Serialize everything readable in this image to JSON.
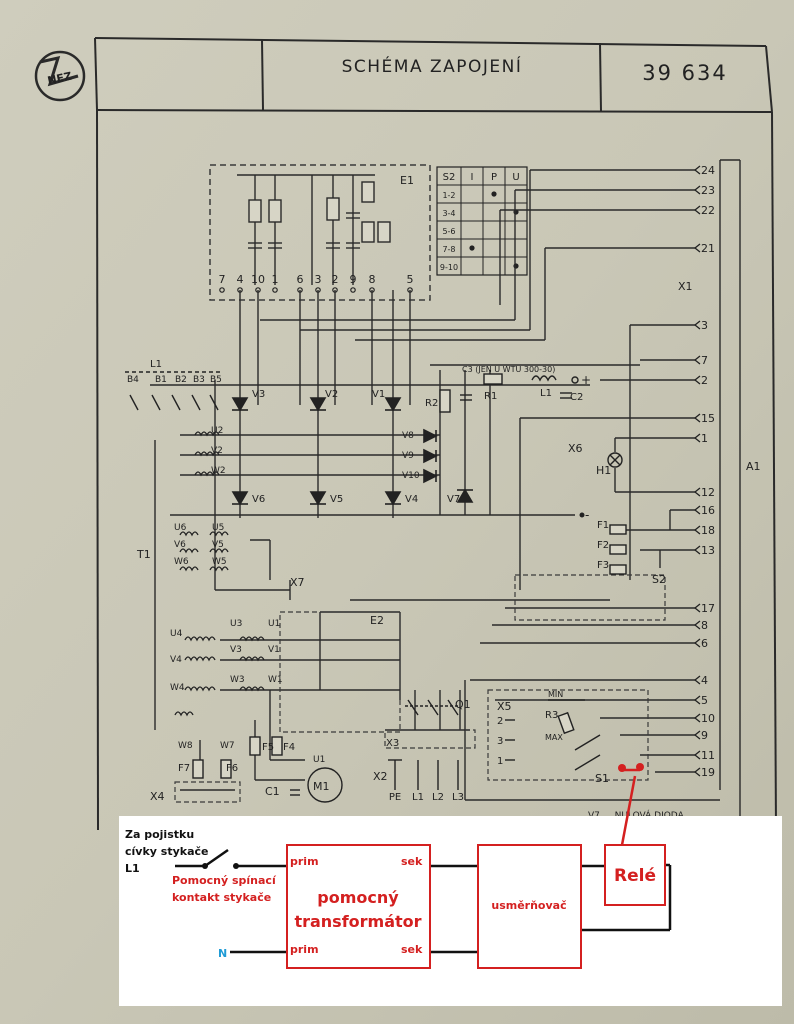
{
  "header": {
    "logo_text": "NEZ",
    "title": "SCHÉMA ZAPOJENÍ",
    "doc_number": "39 634"
  },
  "schematic": {
    "blocks": {
      "e1": "E1",
      "e2": "E2",
      "t1": "T1",
      "x1": "X1",
      "a1": "A1",
      "x2": "X2",
      "x3": "X3",
      "x4": "X4",
      "x5": "X5",
      "x6": "X6",
      "x7": "X7",
      "s1": "S1",
      "s2": "S2",
      "h1": "H1",
      "q1": "Q1",
      "m1": "M1",
      "u1": "U1",
      "l1": "L1",
      "c1": "C1",
      "c2": "C2",
      "c3_note": "C3 (JEN U WTU 300-30)",
      "r1": "R1",
      "r2": "R2",
      "r3": "R3",
      "min": "MIN",
      "max": "MAX",
      "footer_note": "V7 … NULOVÁ DIODA"
    },
    "s2_table": {
      "headers": [
        "S2",
        "I",
        "P",
        "U"
      ],
      "rows": [
        "1-2",
        "3-4",
        "5-6",
        "7-8",
        "9-10"
      ],
      "dots": [
        [
          0,
          1
        ],
        [
          1,
          2
        ],
        [
          3,
          0
        ],
        [
          4,
          2
        ]
      ]
    },
    "e1_pins": [
      "7",
      "4",
      "10",
      "1",
      "6",
      "3",
      "2",
      "9",
      "8",
      "5"
    ],
    "contactor_labels": [
      "B4",
      "B1",
      "B2",
      "B3",
      "B5"
    ],
    "thyristors": [
      "V3",
      "V2",
      "V1"
    ],
    "diodes_bottom": [
      "V6",
      "V5",
      "V4",
      "V7"
    ],
    "diodes_mid": [
      "V8",
      "V9",
      "V10"
    ],
    "t1_upper": [
      "U2",
      "V2",
      "W2"
    ],
    "t1_lower_l": [
      "U6",
      "V6",
      "W6"
    ],
    "t1_lower_r": [
      "U5",
      "V5",
      "W5"
    ],
    "t1_aux": [
      "U4",
      "V4",
      "W4"
    ],
    "t1_aux_r": [
      "U3",
      "V3",
      "W3"
    ],
    "t1_aux_rr": [
      "U1",
      "V1",
      "W1"
    ],
    "fuses": [
      "F1",
      "F2",
      "F3",
      "F4",
      "F5",
      "F6",
      "F7"
    ],
    "w_labels": [
      "W8",
      "W7"
    ],
    "x2_pins": [
      "PE",
      "L1",
      "L2",
      "L3"
    ],
    "x1_terminals": [
      "24",
      "23",
      "22",
      "21",
      "3",
      "7",
      "2",
      "15",
      "1",
      "12",
      "16",
      "18",
      "13",
      "17",
      "8",
      "6",
      "4",
      "5",
      "10",
      "9",
      "11",
      "19"
    ],
    "x5_pins": [
      "2",
      "3",
      "1"
    ]
  },
  "annotation": {
    "fuse_note_line1": "Za pojistku",
    "fuse_note_line2": "cívky stykače",
    "fuse_note_line3": "L1",
    "aux_contact_line1": "Pomocný spínací",
    "aux_contact_line2": "kontakt stykače",
    "n_label": "N",
    "prim_top": "prim",
    "prim_bottom": "prim",
    "sek_top": "sek",
    "sek_bottom": "sek",
    "transformer_line1": "pomocný",
    "transformer_line2": "transformátor",
    "rectifier": "usměrňovač",
    "relay": "Relé",
    "accent_color": "#d42020",
    "n_color": "#1f9bd6"
  }
}
